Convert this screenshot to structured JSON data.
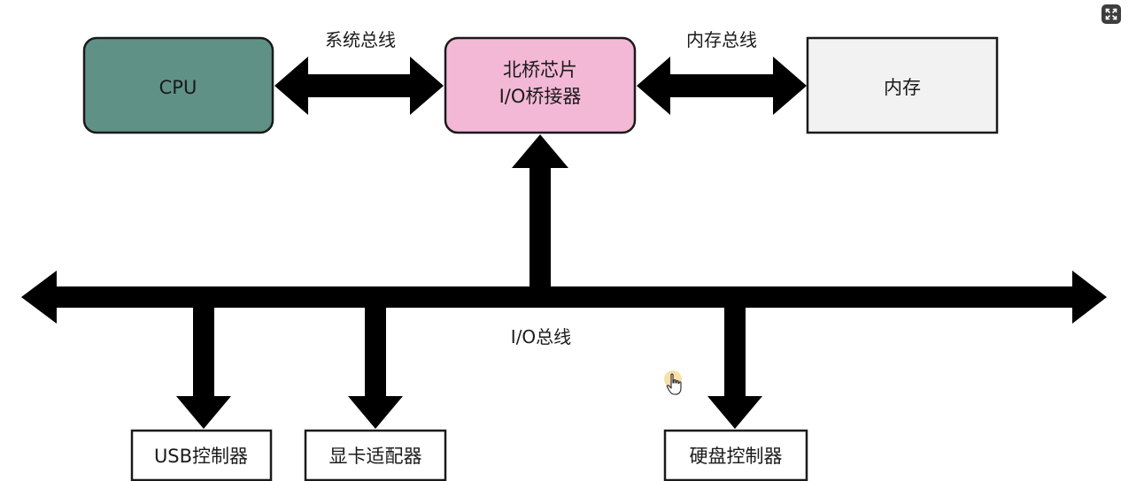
{
  "diagram": {
    "nodes": {
      "cpu": {
        "label": "CPU",
        "fill": "#5f9187",
        "stroke": "#1a1a1a"
      },
      "northbridge": {
        "label_line1": "北桥芯片",
        "label_line2": "I/O桥接器",
        "fill": "#f3b8d6",
        "stroke": "#1a1a1a"
      },
      "memory": {
        "label": "内存",
        "fill": "#f2f2f2",
        "stroke": "#1a1a1a"
      },
      "usb_controller": {
        "label": "USB控制器",
        "fill": "#ffffff",
        "stroke": "#1a1a1a"
      },
      "gpu_adapter": {
        "label": "显卡适配器",
        "fill": "#ffffff",
        "stroke": "#1a1a1a"
      },
      "disk_controller": {
        "label": "硬盘控制器",
        "fill": "#ffffff",
        "stroke": "#1a1a1a"
      }
    },
    "buses": {
      "system_bus": {
        "label": "系统总线"
      },
      "memory_bus": {
        "label": "内存总线"
      },
      "io_bus": {
        "label": "I/O总线"
      }
    },
    "edges": [
      {
        "from": "cpu",
        "to": "northbridge",
        "bus": "system_bus",
        "direction": "bidirectional"
      },
      {
        "from": "northbridge",
        "to": "memory",
        "bus": "memory_bus",
        "direction": "bidirectional"
      },
      {
        "from": "io_bus",
        "to": "northbridge",
        "direction": "to"
      },
      {
        "from": "io_bus",
        "to": "usb_controller",
        "direction": "to"
      },
      {
        "from": "io_bus",
        "to": "gpu_adapter",
        "direction": "to"
      },
      {
        "from": "io_bus",
        "to": "disk_controller",
        "direction": "to"
      }
    ],
    "arrow_color": "#000000"
  },
  "controls": {
    "expand_icon": "expand-icon",
    "cursor_icon": "hand-pointer-icon"
  }
}
